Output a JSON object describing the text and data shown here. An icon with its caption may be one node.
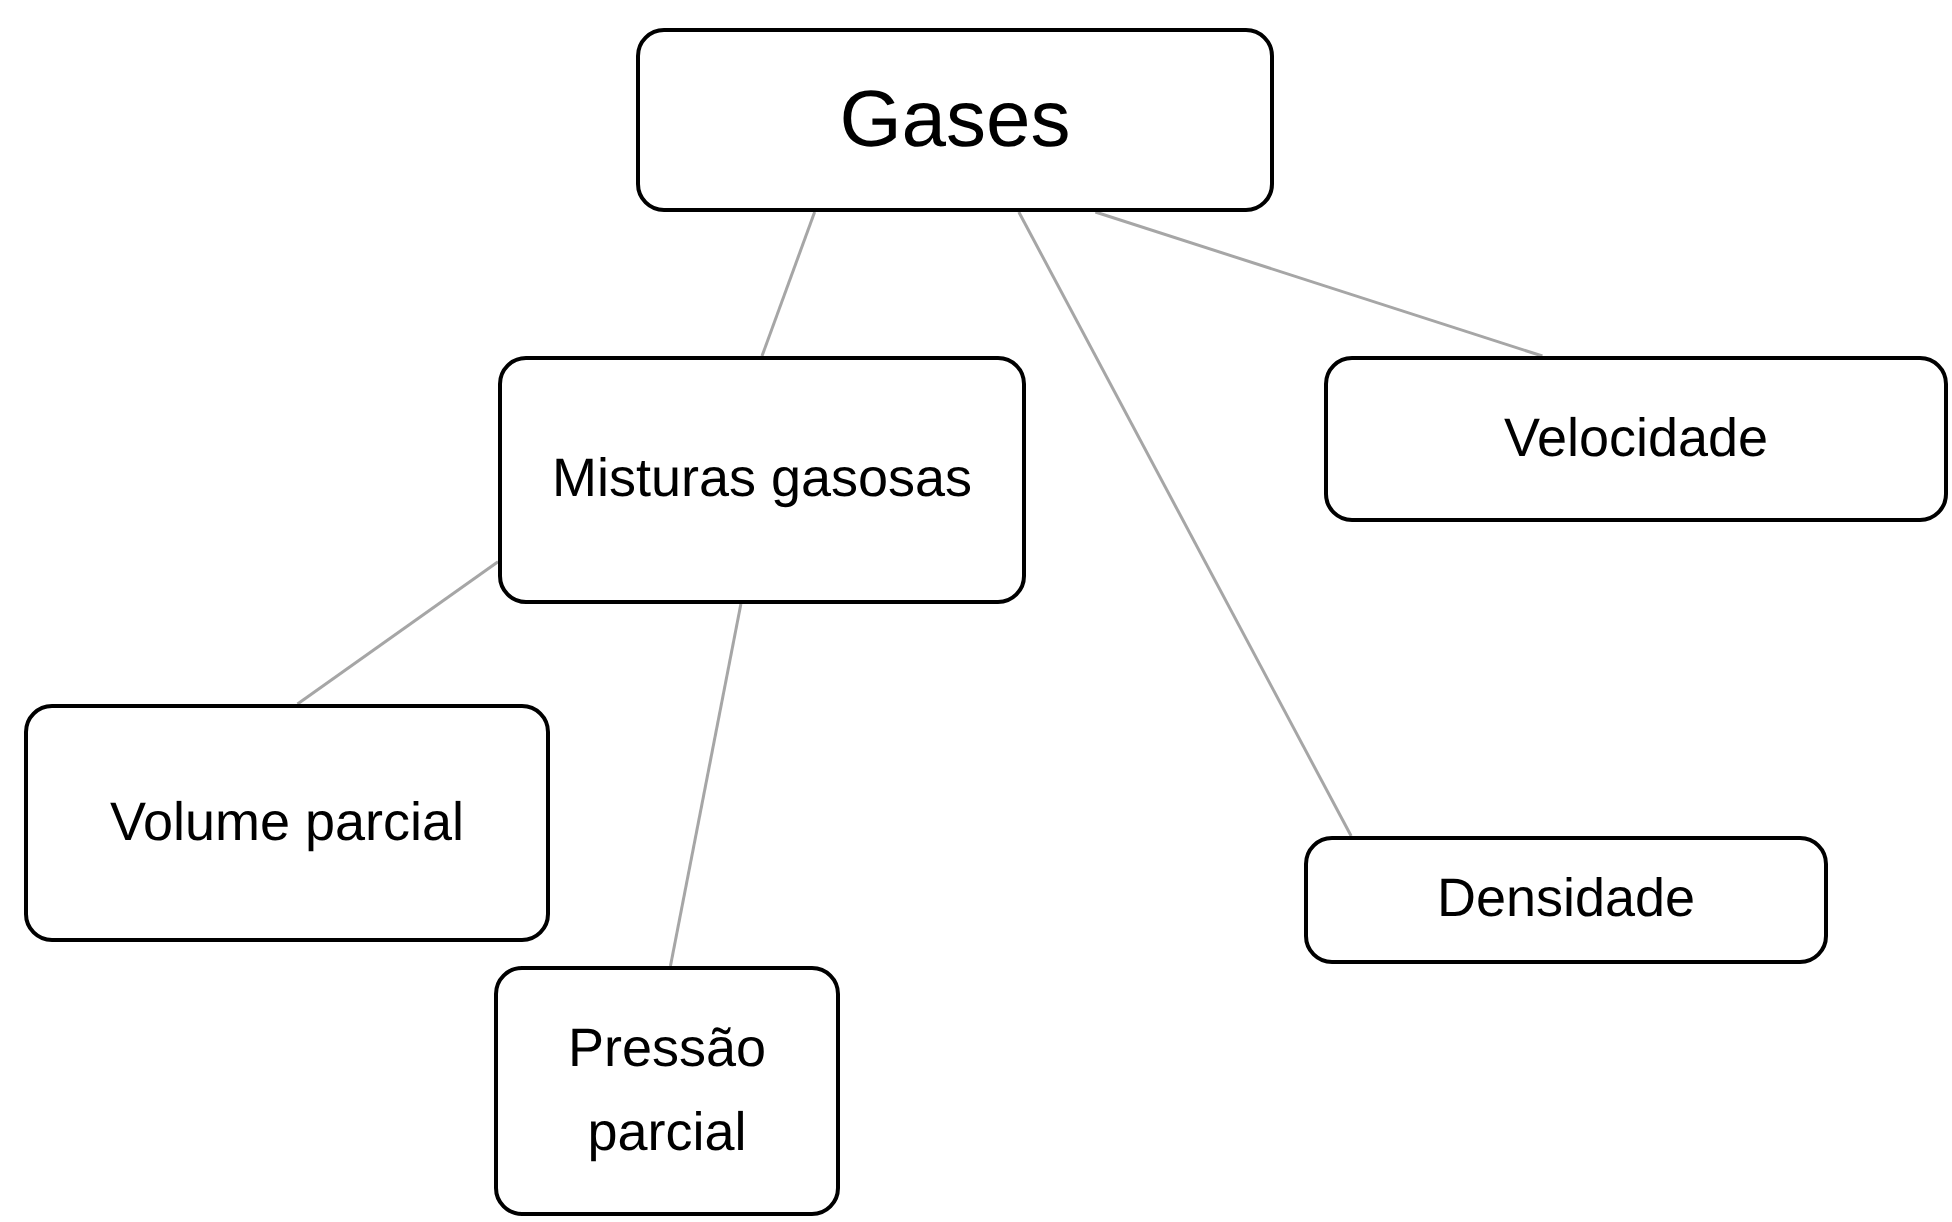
{
  "diagram": {
    "nodes": [
      {
        "text": [
          "Gases"
        ]
      },
      {
        "text": [
          "Misturas gasosas"
        ]
      },
      {
        "text": [
          "Velocidade"
        ]
      },
      {
        "text": [
          "Volume parcial"
        ]
      },
      {
        "text": [
          "Pressão parcial"
        ]
      },
      {
        "text": [
          "Densidade"
        ]
      }
    ],
    "edges": [
      {
        "from": 0,
        "to": 1,
        "arrow": "none"
      },
      {
        "from": 0,
        "to": 5,
        "arrow": "none"
      },
      {
        "from": 0,
        "to": 2,
        "arrow": "none"
      },
      {
        "from": 1,
        "to": 3,
        "arrow": "none"
      },
      {
        "from": 1,
        "to": 4,
        "arrow": "none"
      }
    ]
  }
}
